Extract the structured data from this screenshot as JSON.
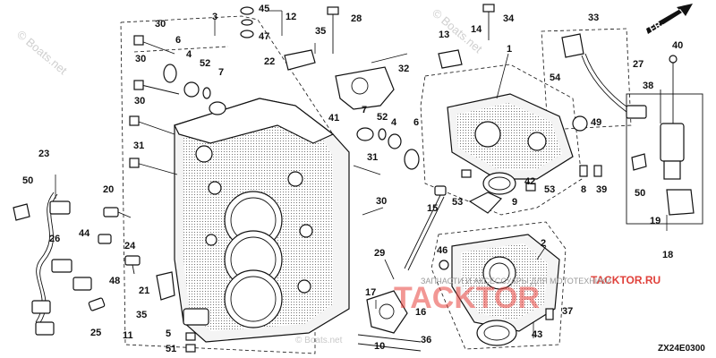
{
  "diagram": {
    "callouts": [
      {
        "id": "c1",
        "text": "1"
      },
      {
        "id": "c2",
        "text": "2"
      },
      {
        "id": "c3",
        "text": "3"
      },
      {
        "id": "c4a",
        "text": "4"
      },
      {
        "id": "c4b",
        "text": "4"
      },
      {
        "id": "c5",
        "text": "5"
      },
      {
        "id": "c6a",
        "text": "6"
      },
      {
        "id": "c6b",
        "text": "6"
      },
      {
        "id": "c7a",
        "text": "7"
      },
      {
        "id": "c7b",
        "text": "7"
      },
      {
        "id": "c8",
        "text": "8"
      },
      {
        "id": "c9",
        "text": "9"
      },
      {
        "id": "c10",
        "text": "10"
      },
      {
        "id": "c11",
        "text": "11"
      },
      {
        "id": "c12",
        "text": "12"
      },
      {
        "id": "c13",
        "text": "13"
      },
      {
        "id": "c14",
        "text": "14"
      },
      {
        "id": "c15",
        "text": "15"
      },
      {
        "id": "c16",
        "text": "16"
      },
      {
        "id": "c17",
        "text": "17"
      },
      {
        "id": "c18",
        "text": "18"
      },
      {
        "id": "c19",
        "text": "19"
      },
      {
        "id": "c20",
        "text": "20"
      },
      {
        "id": "c21",
        "text": "21"
      },
      {
        "id": "c22",
        "text": "22"
      },
      {
        "id": "c23",
        "text": "23"
      },
      {
        "id": "c24",
        "text": "24"
      },
      {
        "id": "c25",
        "text": "25"
      },
      {
        "id": "c26",
        "text": "26"
      },
      {
        "id": "c27",
        "text": "27"
      },
      {
        "id": "c28",
        "text": "28"
      },
      {
        "id": "c29",
        "text": "29"
      },
      {
        "id": "c30a",
        "text": "30"
      },
      {
        "id": "c30b",
        "text": "30"
      },
      {
        "id": "c30c",
        "text": "30"
      },
      {
        "id": "c30d",
        "text": "30"
      },
      {
        "id": "c31a",
        "text": "31"
      },
      {
        "id": "c31b",
        "text": "31"
      },
      {
        "id": "c32",
        "text": "32"
      },
      {
        "id": "c33",
        "text": "33"
      },
      {
        "id": "c34",
        "text": "34"
      },
      {
        "id": "c35a",
        "text": "35"
      },
      {
        "id": "c35b",
        "text": "35"
      },
      {
        "id": "c36",
        "text": "36"
      },
      {
        "id": "c37",
        "text": "37"
      },
      {
        "id": "c38",
        "text": "38"
      },
      {
        "id": "c39",
        "text": "39"
      },
      {
        "id": "c40",
        "text": "40"
      },
      {
        "id": "c41",
        "text": "41"
      },
      {
        "id": "c42",
        "text": "42"
      },
      {
        "id": "c43",
        "text": "43"
      },
      {
        "id": "c44",
        "text": "44"
      },
      {
        "id": "c45",
        "text": "45"
      },
      {
        "id": "c46",
        "text": "46"
      },
      {
        "id": "c47",
        "text": "47"
      },
      {
        "id": "c48",
        "text": "48"
      },
      {
        "id": "c49",
        "text": "49"
      },
      {
        "id": "c50a",
        "text": "50"
      },
      {
        "id": "c50b",
        "text": "50"
      },
      {
        "id": "c51",
        "text": "51"
      },
      {
        "id": "c52a",
        "text": "52"
      },
      {
        "id": "c52b",
        "text": "52"
      },
      {
        "id": "c53a",
        "text": "53"
      },
      {
        "id": "c53b",
        "text": "53"
      },
      {
        "id": "c54",
        "text": "54"
      }
    ],
    "front_marker": "FR.",
    "diagram_code": "ZX24E0300",
    "watermarks": {
      "boats_left": "© Boats.net",
      "boats_center": "© Boats.net",
      "copyright_line": "© Boats.net"
    },
    "branding": {
      "logo_text": "TACKTOR",
      "url": "TACKTOR.RU",
      "subtitle": "ЗАПЧАСТИ И АКСЕССУАРЫ ДЛЯ МОТОТЕХНИКИ"
    },
    "colors": {
      "ink": "#111111",
      "brand_red": "#e8413c",
      "watermark_gray": "#cfcfcf"
    }
  }
}
